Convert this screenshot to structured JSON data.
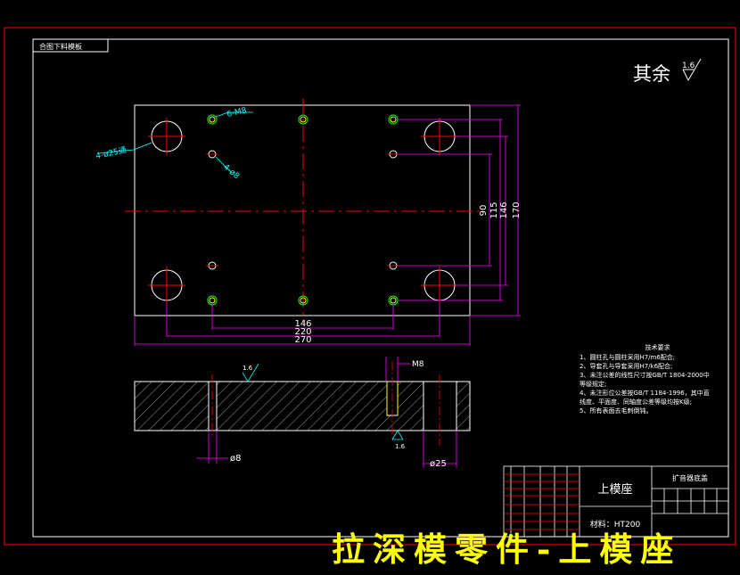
{
  "top_label": "合图下料模板",
  "surface_note": {
    "text": "其余",
    "roughness": "1.6"
  },
  "callouts": {
    "threaded_holes": "6-M8",
    "large_holes": "4-ø25通",
    "pin_holes": "4-ø8",
    "section_thread": "M8",
    "section_pin_dia": "ø8",
    "section_hole_dia": "ø25",
    "roughness_top": "1.6",
    "roughness_bottom": "1.6"
  },
  "dimensions": {
    "horizontal": [
      "146",
      "220",
      "270"
    ],
    "vertical": [
      "90",
      "115",
      "146",
      "170"
    ]
  },
  "technical_requirements": {
    "title": "技术要求",
    "items": [
      "1、圆柱孔与圆柱采用H7/m6配合;",
      "2、导套孔与导套采用H7/k6配合;",
      "3、未注公差的线性尺寸按GB/T 1804-2000中",
      "   等级规定;",
      "4、未注形位公差按GB/T 1184-1996，其中直",
      "   线度、平面度、同轴度公差等级均按K级;",
      "5、所有表面去毛刺倒钝。"
    ]
  },
  "title_block": {
    "part_name": "上模座",
    "project": "扩音器底盖",
    "material": "材料：HT200"
  },
  "banner": "拉深模零件-上模座",
  "colors": {
    "background": "#000000",
    "outline": "#ffffff",
    "frame": "#ff0000",
    "centerline": "#ff0000",
    "dimension": "#ff00ff",
    "hole": "#ffffff",
    "thread": "#ffff00",
    "callout": "#00ffff",
    "banner": "#ffff00"
  }
}
